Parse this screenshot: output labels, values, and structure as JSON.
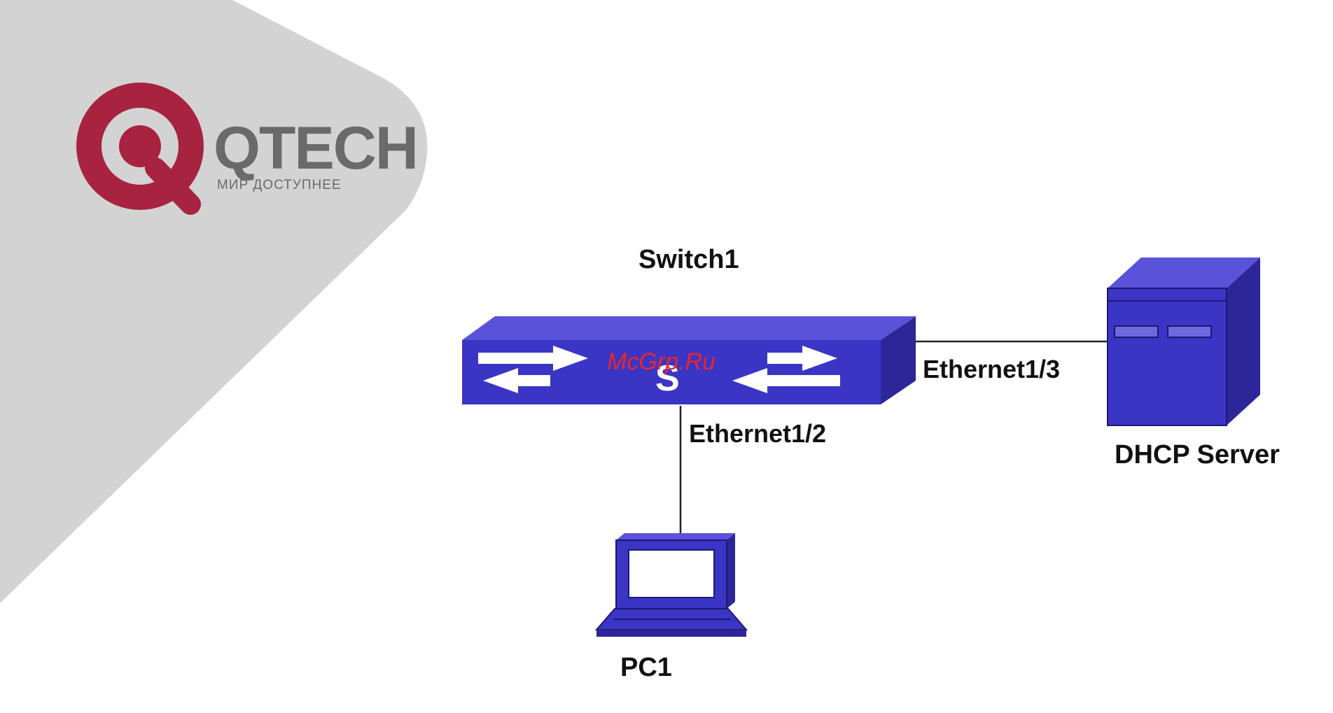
{
  "brand": {
    "name": "QTECH",
    "tagline": "МИР ДОСТУПНЕЕ",
    "ring_color": "#a8233f",
    "text_color": "#6a6a6a",
    "band_color": "#d3d3d4"
  },
  "watermark": {
    "text": "McGrp.Ru",
    "color": "#e8262a"
  },
  "nodes": {
    "switch": {
      "label": "Switch1",
      "icon": "switch-icon",
      "glyph": "S"
    },
    "server": {
      "label": "DHCP Server",
      "icon": "server-icon"
    },
    "pc": {
      "label": "PC1",
      "icon": "laptop-icon"
    }
  },
  "links": [
    {
      "from": "switch",
      "to": "server",
      "port": "Ethernet1/3"
    },
    {
      "from": "switch",
      "to": "pc",
      "port": "Ethernet1/2"
    }
  ],
  "colors": {
    "device_body": "#3b35c6",
    "device_top": "#5a52d8",
    "device_side": "#2c2698",
    "line": "#222222"
  }
}
